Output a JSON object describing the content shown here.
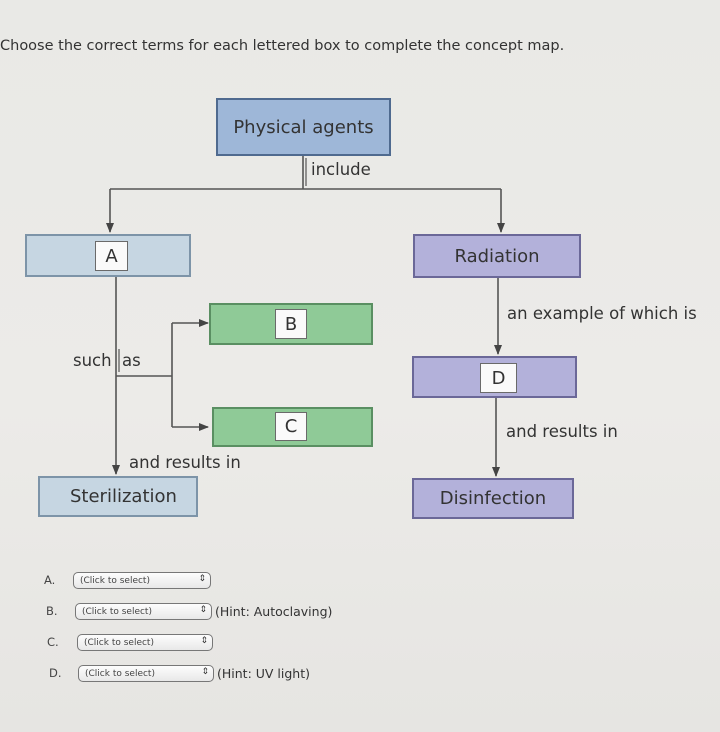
{
  "instructions": "Choose the correct terms for each lettered box to complete the concept map.",
  "concept_map": {
    "top_box": "Physical agents",
    "top_link": "include",
    "box_a": "A",
    "left_link_such": "such",
    "left_link_as": "as",
    "box_b": "B",
    "box_c": "C",
    "left_link_results": "and results in",
    "sterilization": "Sterilization",
    "radiation": "Radiation",
    "right_link_example": "an example of which is",
    "box_d": "D",
    "right_link_results": "and results in",
    "disinfection": "Disinfection"
  },
  "answers": [
    {
      "letter": "A.",
      "placeholder": "(Click to select)",
      "hint": ""
    },
    {
      "letter": "B.",
      "placeholder": "(Click to select)",
      "hint": "(Hint: Autoclaving)"
    },
    {
      "letter": "C.",
      "placeholder": "(Click to select)",
      "hint": ""
    },
    {
      "letter": "D.",
      "placeholder": "(Click to select)",
      "hint": "(Hint: UV light)"
    }
  ],
  "icons": {
    "select_arrow": "updown-chevron-icon"
  }
}
